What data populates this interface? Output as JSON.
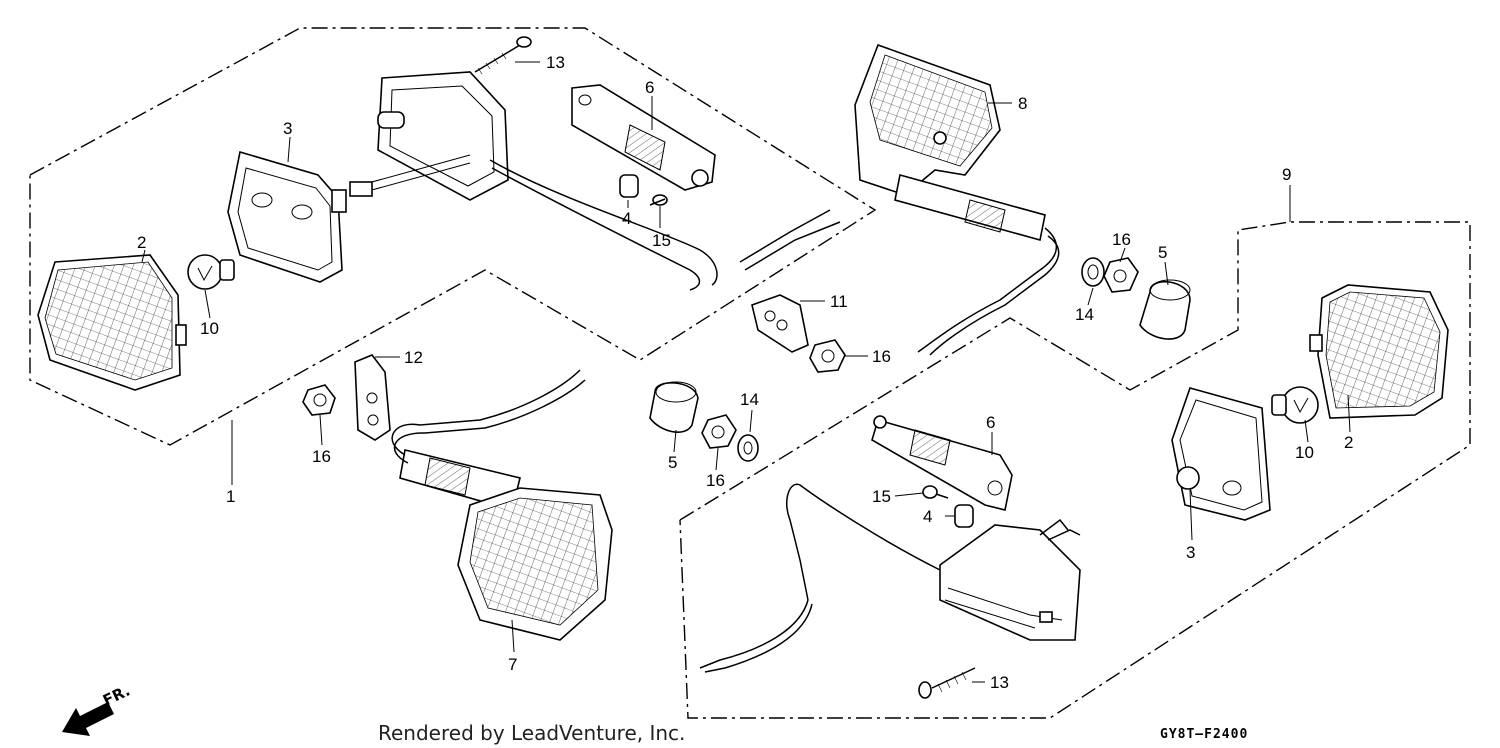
{
  "diagram": {
    "callouts": [
      "13",
      "6",
      "8",
      "3",
      "9",
      "2",
      "16",
      "5",
      "4",
      "15",
      "11",
      "14",
      "10",
      "16",
      "12",
      "2",
      "16",
      "14",
      "6",
      "10",
      "1",
      "5",
      "16",
      "15",
      "4",
      "3",
      "7",
      "13"
    ],
    "footer_text": "Rendered by LeadVenture, Inc.",
    "diagram_code": "GY8T–F2400",
    "direction_label": "FR."
  }
}
